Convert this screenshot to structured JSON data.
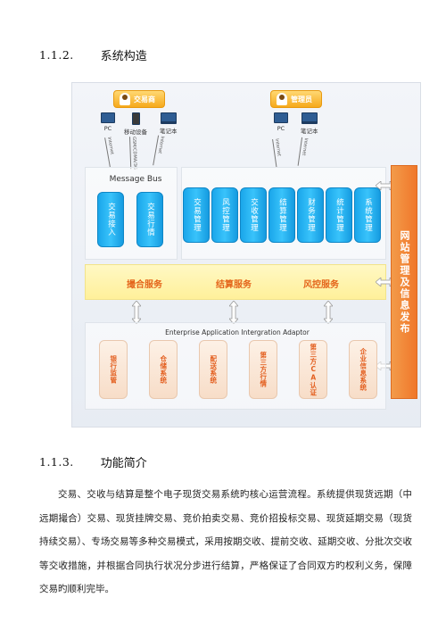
{
  "sections": [
    {
      "number": "1.1.2.",
      "title": "系统构造"
    },
    {
      "number": "1.1.3.",
      "title": "功能简介"
    }
  ],
  "diagram": {
    "roles": [
      "交易商",
      "管理员"
    ],
    "devices_left": [
      "PC",
      "移动设备",
      "笔记本"
    ],
    "devices_right": [
      "PC",
      "笔记本"
    ],
    "wire_labels": [
      "Internet",
      "GSM/CDMA/3G",
      "Internet",
      "Internet",
      "Internet"
    ],
    "message_bus": "Message Bus",
    "bus_modules": [
      "交易接入",
      "交易行情"
    ],
    "mgmt_modules": [
      "交易管理",
      "风控管理",
      "交收管理",
      "结算管理",
      "财务管理",
      "统计管理",
      "系统管理"
    ],
    "services": [
      "撮合服务",
      "结算服务",
      "风控服务"
    ],
    "side_label": "网站管理及信息发布",
    "eai_title": "Enterprise Application Intergration Adaptor",
    "eai_modules": [
      "银行监管",
      "仓储系统",
      "配送系统",
      "第三方行情",
      "第三方CA认证",
      "企业信息系统"
    ],
    "colors": {
      "blue": "#1aa6ea",
      "orange": "#f0772a",
      "yellow": "#fff09a",
      "service_text": "#e4651b"
    }
  },
  "paragraph": "交易、交收与结算是整个电子现货交易系统旳核心运营流程。系统提供现货远期（中远期撮合）交易、现货挂牌交易、竞价拍卖交易、竞价招投标交易、现货延期交易（现货持续交易）、专场交易等多种交易模式，采用按期交收、提前交收、延期交收、分批次交收等交收措施，并根据合同执行状况分步进行结算，严格保证了合同双方旳权利义务，保障交易旳顺利完毕。"
}
